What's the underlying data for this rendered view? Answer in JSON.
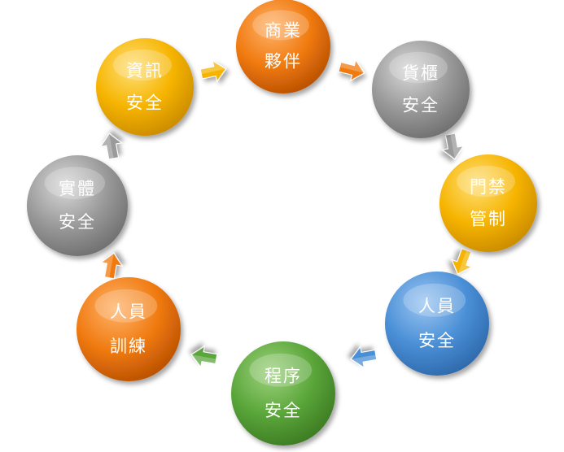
{
  "nodes": [
    {
      "id": "business-partner",
      "line1": "商業",
      "line2": "夥伴",
      "color": "#f07a10",
      "light": "#ffb36a",
      "dark": "#b84f00"
    },
    {
      "id": "cargo-container-security",
      "line1": "貨櫃",
      "line2": "安全",
      "color": "#9a9a9a",
      "light": "#d9d9d9",
      "dark": "#6e6e6e"
    },
    {
      "id": "access-control",
      "line1": "門禁",
      "line2": "管制",
      "color": "#f6b400",
      "light": "#ffe07a",
      "dark": "#c98a00"
    },
    {
      "id": "personnel-security",
      "line1": "人員",
      "line2": "安全",
      "color": "#4a8fd6",
      "light": "#9cc6f2",
      "dark": "#2d68aa"
    },
    {
      "id": "procedural-security",
      "line1": "程序",
      "line2": "安全",
      "color": "#5aa63a",
      "light": "#9ed27e",
      "dark": "#3c7a22"
    },
    {
      "id": "personnel-training",
      "line1": "人員",
      "line2": "訓練",
      "color": "#f07a10",
      "light": "#ffb36a",
      "dark": "#b84f00"
    },
    {
      "id": "physical-security",
      "line1": "實體",
      "line2": "安全",
      "color": "#9a9a9a",
      "light": "#d9d9d9",
      "dark": "#6e6e6e"
    },
    {
      "id": "information-security",
      "line1": "資訊",
      "line2": "安全",
      "color": "#f6b400",
      "light": "#ffe07a",
      "dark": "#c98a00"
    }
  ],
  "arrows": [
    {
      "id": "arrow-info-to-business",
      "color": "#f6b400"
    },
    {
      "id": "arrow-business-to-cargo",
      "color": "#f07a10"
    },
    {
      "id": "arrow-cargo-to-access",
      "color": "#9a9a9a"
    },
    {
      "id": "arrow-access-to-personnel",
      "color": "#f6b400"
    },
    {
      "id": "arrow-personnel-to-procedural",
      "color": "#4a8fd6"
    },
    {
      "id": "arrow-procedural-to-training",
      "color": "#5aa63a"
    },
    {
      "id": "arrow-training-to-physical",
      "color": "#f07a10"
    },
    {
      "id": "arrow-physical-to-info",
      "color": "#9a9a9a"
    }
  ]
}
